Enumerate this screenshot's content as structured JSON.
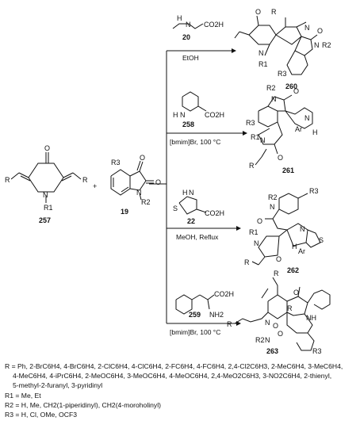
{
  "starting_materials": {
    "piperidinone": {
      "label": "257",
      "substituent_n": "R1",
      "substituent_r": "R"
    },
    "isatin": {
      "label": "19",
      "substituent_r3": "R3",
      "substituent_n": "R2",
      "plus": "+"
    }
  },
  "reactions": [
    {
      "reagent_label": "20",
      "reagent_text": "CO2H",
      "condition": "EtOH",
      "product": "260"
    },
    {
      "reagent_label": "258",
      "reagent_text": "CO2H",
      "condition": "[bmim]Br, 100 °C",
      "product": "261"
    },
    {
      "reagent_label": "22",
      "reagent_text": "CO2H",
      "condition": "MeOH, Reflux",
      "product": "262"
    },
    {
      "reagent_label": "259",
      "reagent_text": "CO2H",
      "reagent_text2": "NH2",
      "condition": "[bmim]Br, 100 °C",
      "product": "263"
    }
  ],
  "atom_labels": {
    "N": "N",
    "NH": "NH",
    "H": "H",
    "O": "O",
    "S": "S",
    "Ar": "Ar",
    "R": "R",
    "R1": "R1",
    "R2": "R2",
    "R3": "R3"
  },
  "legend": {
    "r_line1": "R = Ph, 2-BrC6H4, 4-BrC6H4, 2-ClC6H4, 4-ClC6H4, 2-FC6H4, 4-FC6H4, 2,4-Cl2C6H3, 2-MeC6H4, 3-MeC6H4,",
    "r_line2": "4-MeC6H4, 4-iPrC6H4, 2-MeOC6H4, 3-MeOC6H4, 4-MeOC6H4, 2,4-MeO2C6H3, 3-NO2C6H4, 2-thienyl,",
    "r_line3": "5-methyl-2-furanyl, 3-pyridinyl",
    "r1_line": "R1 = Me, Et",
    "r2_line": "R2 = H, Me, CH2(1-piperidinyl), CH2(4-moroholinyl)",
    "r3_line": "R3 = H, Cl, OMe, OCF3"
  }
}
